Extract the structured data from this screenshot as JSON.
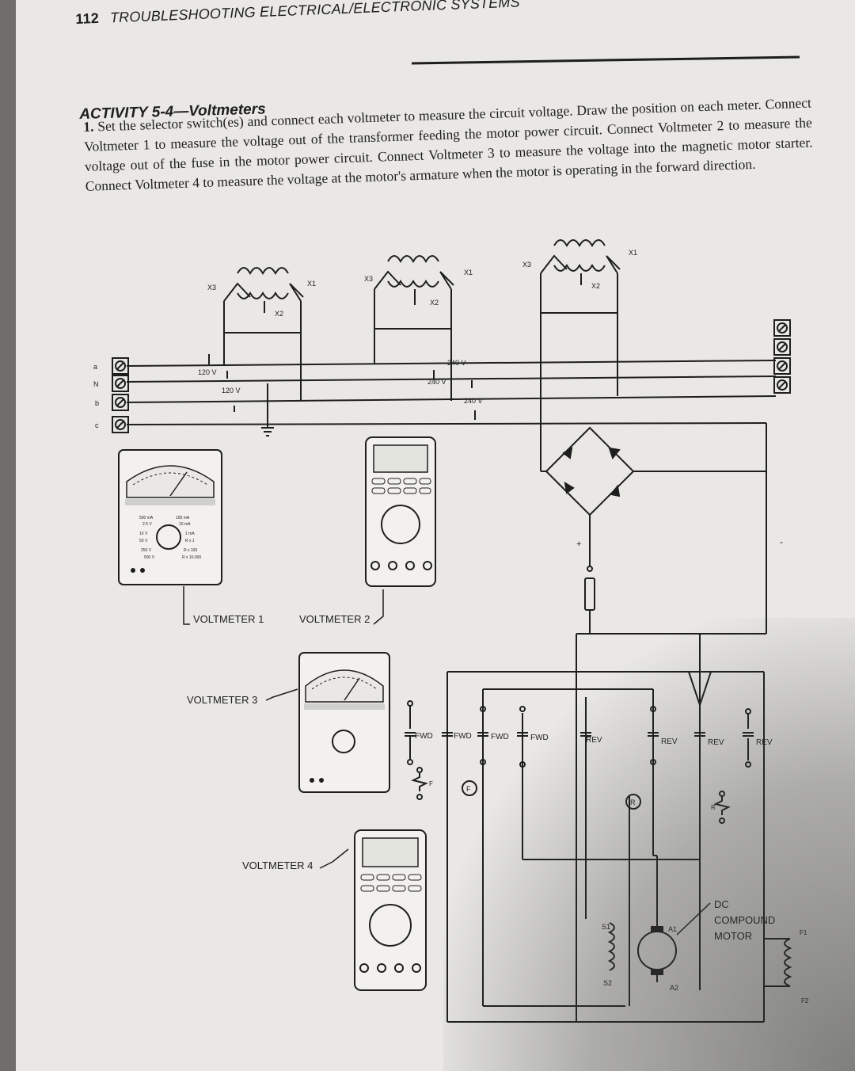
{
  "header": {
    "page_number": "112",
    "title": "TROUBLESHOOTING ELECTRICAL/ELECTRONIC SYSTEMS"
  },
  "activity": {
    "title": "ACTIVITY 5-4—Voltmeters"
  },
  "instruction": {
    "number": "1.",
    "text": "Set the selector switch(es) and connect each voltmeter to measure the circuit voltage. Draw the position on each meter. Connect Voltmeter 1 to measure the voltage out of the transformer feeding the motor power circuit. Connect Voltmeter 2 to measure the voltage out of the fuse in the motor power circuit. Connect Voltmeter 3 to measure the voltage into the magnetic motor starter. Connect Voltmeter 4 to measure the voltage at the motor's armature when the motor is operating in the forward direction."
  },
  "transformer_terminals": {
    "x1": "X1",
    "x2": "X2",
    "x3": "X3"
  },
  "supply_lines": [
    "a",
    "N",
    "b",
    "c"
  ],
  "voltages": {
    "v120a": "120 V",
    "v120b": "120 V",
    "v240a": "240 V",
    "v240b": "240 V",
    "v240c": "240 V"
  },
  "polarity": {
    "plus": "+",
    "minus": "-"
  },
  "meters": {
    "voltmeter1": "VOLTMETER 1",
    "voltmeter2": "VOLTMETER 2",
    "voltmeter3": "VOLTMETER 3",
    "voltmeter4": "VOLTMETER 4"
  },
  "analog_scale": {
    "ma500": "500 mA",
    "ma100": "100 mA",
    "v25": "2.5 V",
    "ma10": "10 mA",
    "v10": "10 V",
    "ma1": "1 mA",
    "v50": "50 V",
    "rx1": "R x 1",
    "v250": "250 V",
    "rx100": "R x 100",
    "v500": "500 V",
    "rx10000": "R x 10,000"
  },
  "contacts": {
    "fwd": "FWD",
    "rev": "REV"
  },
  "coils": {
    "f": "F",
    "r": "R"
  },
  "motor": {
    "label_line1": "DC",
    "label_line2": "COMPOUND",
    "label_line3": "MOTOR",
    "s1": "S1",
    "s2": "S2",
    "a1": "A1",
    "a2": "A2",
    "f1": "F1",
    "f2": "F2"
  },
  "colors": {
    "paper": "#e9e8e4",
    "ink": "#1e1e1e",
    "background": "#6f6e6b"
  }
}
